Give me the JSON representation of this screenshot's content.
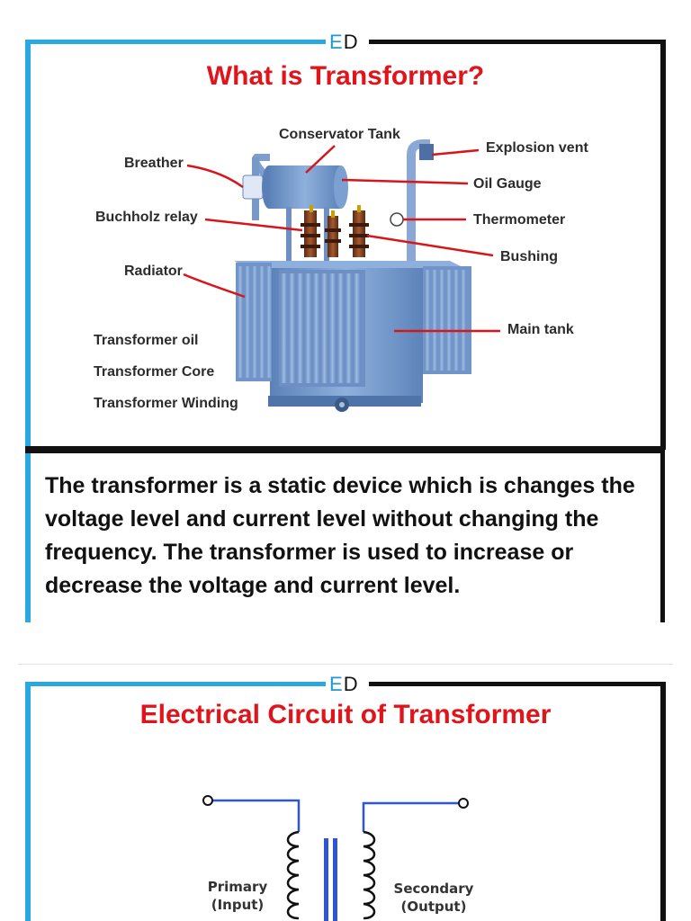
{
  "card1": {
    "brand_e": "E",
    "brand_d": "D",
    "title": "What is Transformer?",
    "labels": {
      "conservator_tank": "Conservator  Tank",
      "explosion_vent": "Explosion vent",
      "breather": "Breather",
      "oil_gauge": "Oil Gauge",
      "buchholz_relay": "Buchholz relay",
      "thermometer": "Thermometer",
      "bushing": "Bushing",
      "radiator": "Radiator",
      "main_tank": "Main tank",
      "transformer_oil": "Transformer oil",
      "transformer_core": "Transformer Core",
      "transformer_winding": "Transformer Winding"
    },
    "description": "The transformer is a static device which is changes the voltage level and current level without changing the frequency. The transformer is used to increase or decrease the voltage and current level."
  },
  "card2": {
    "brand_e": "E",
    "brand_d": "D",
    "title": "Electrical Circuit of Transformer",
    "primary_line1": "Primary",
    "primary_line2": "(Input)",
    "secondary_line1": "Secondary",
    "secondary_line2": "(Output)"
  },
  "colors": {
    "frame_blue": "#29a9df",
    "title_red": "#e0141b",
    "leader_red": "#d7151b",
    "tank_blue": "#6f95c8",
    "wire_blue": "#2d55d6"
  }
}
